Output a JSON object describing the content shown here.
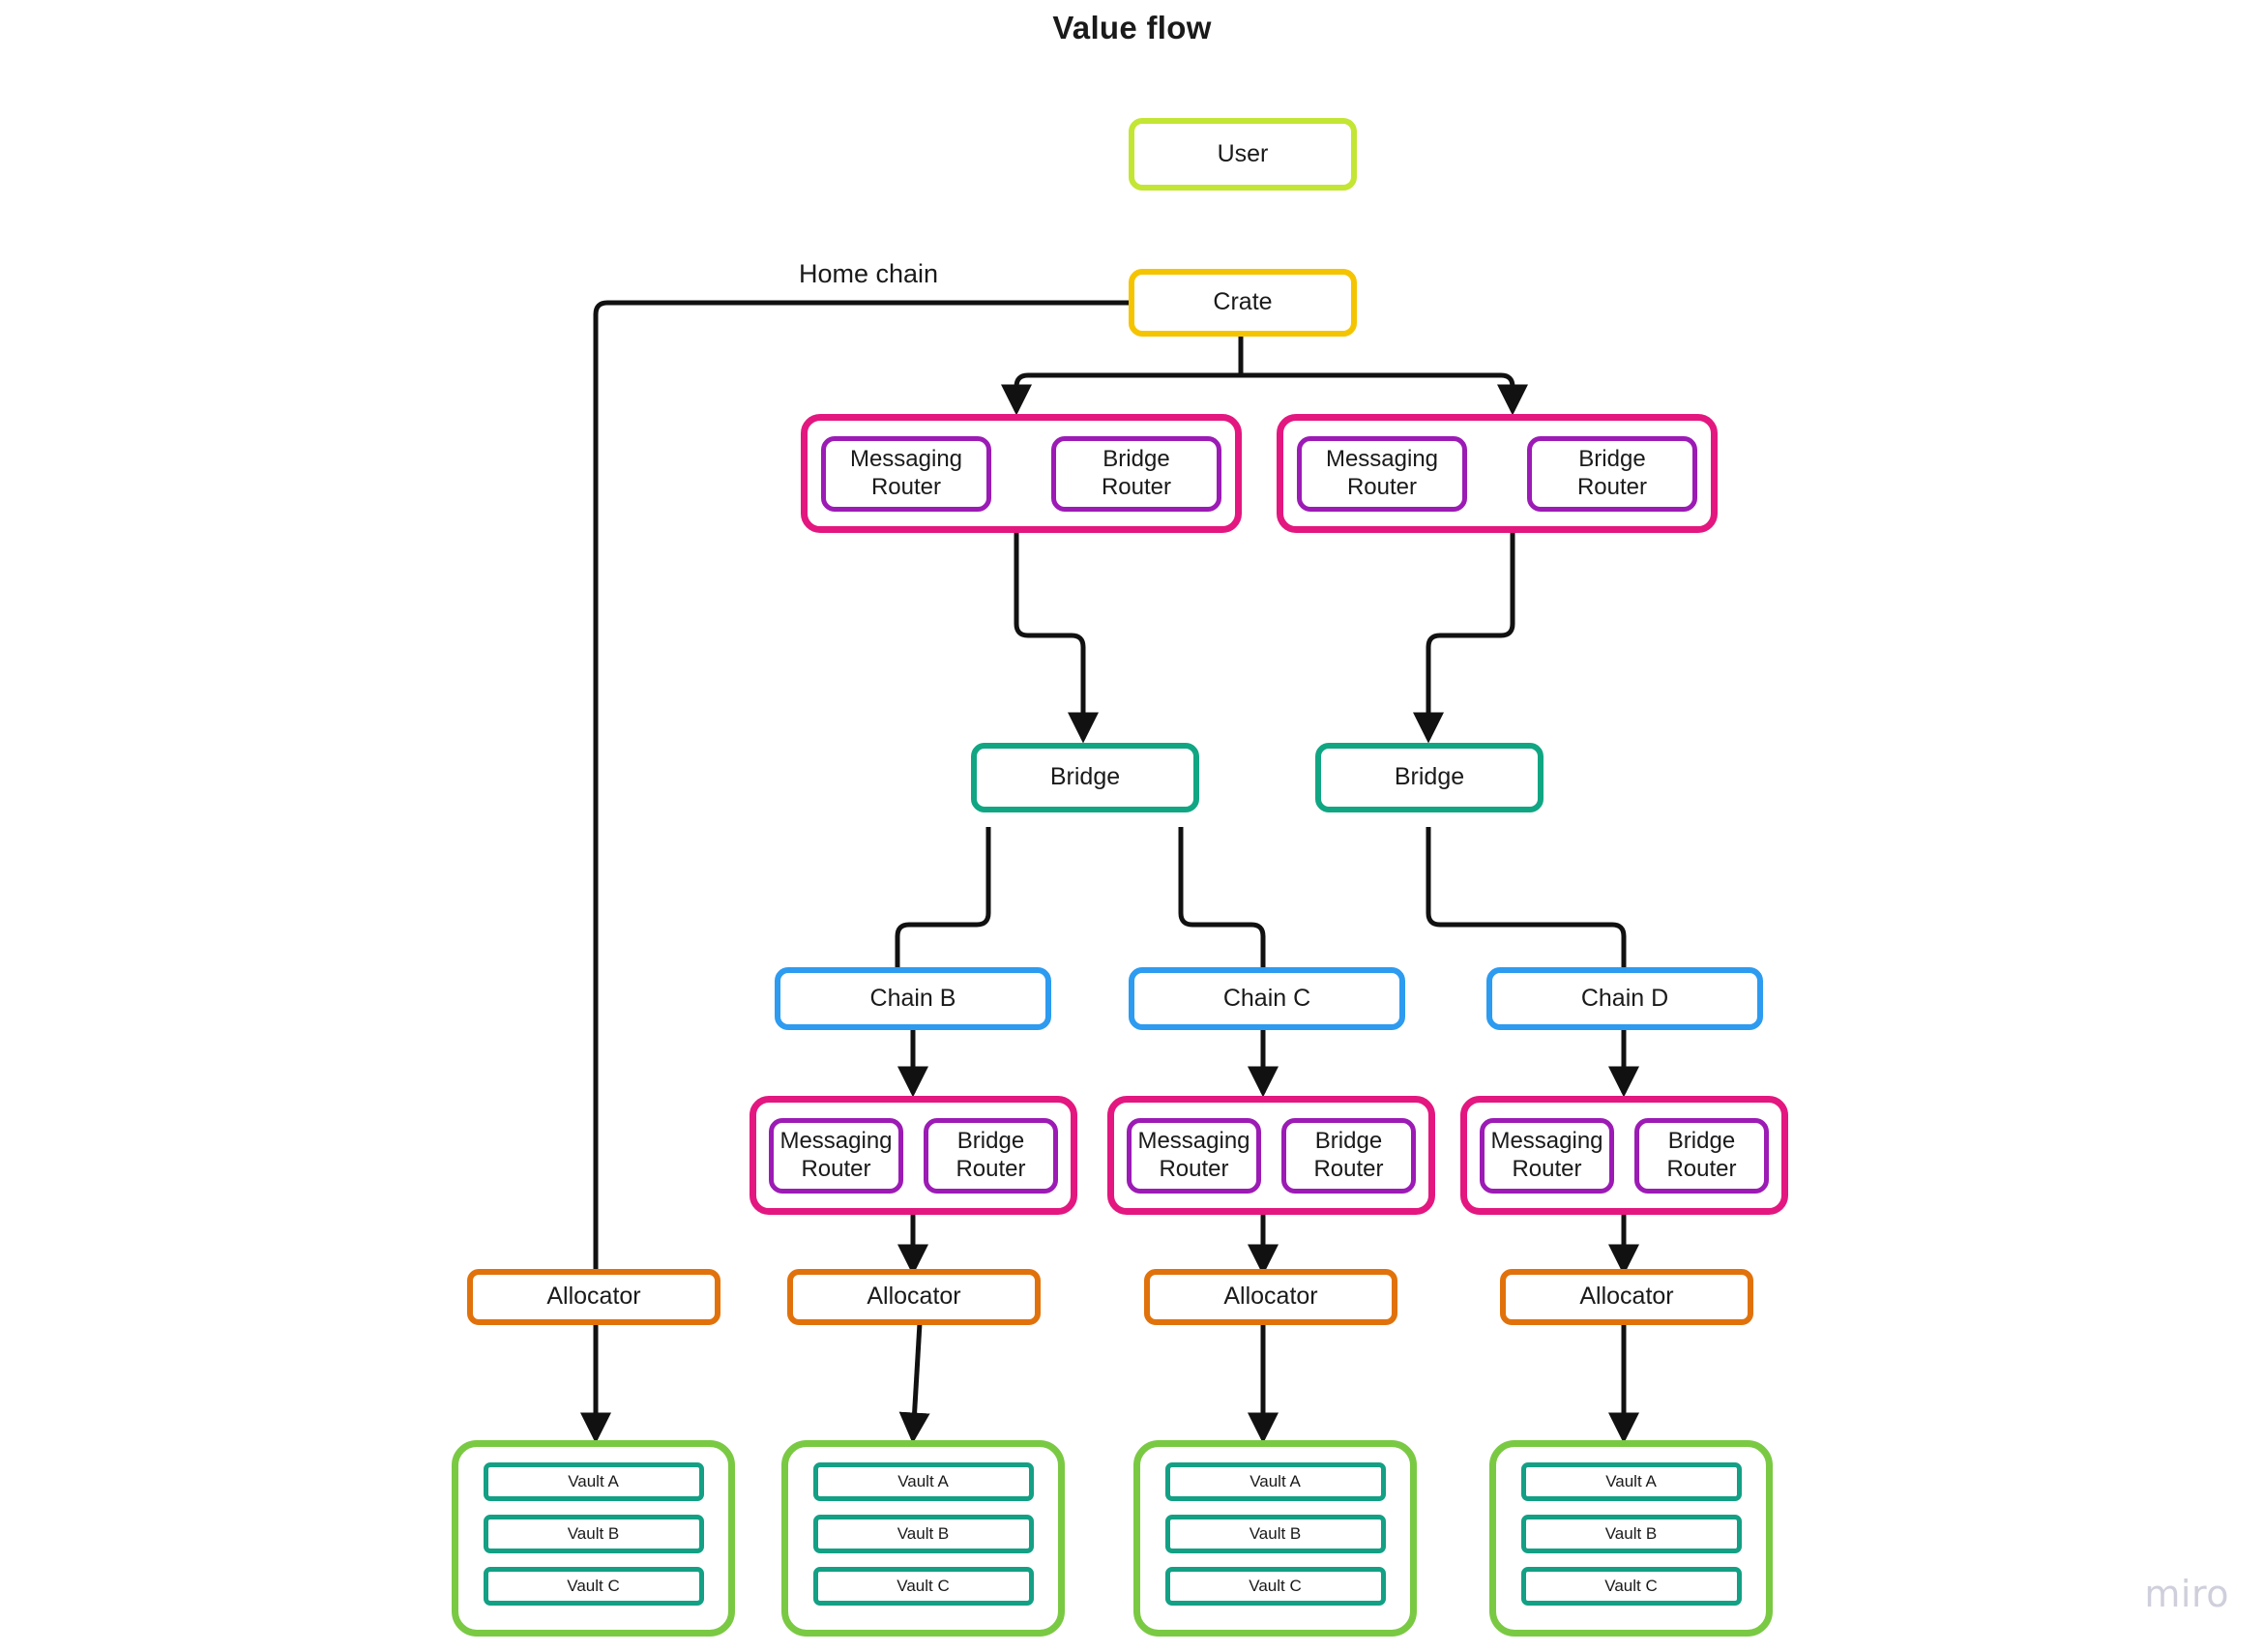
{
  "title": "Value flow",
  "watermark": "miro",
  "labels": {
    "home_chain": "Home chain"
  },
  "colors": {
    "user": "#c3e533",
    "crate": "#f5c400",
    "router_group": "#e3177f",
    "router_box": "#9c1bb5",
    "bridge": "#11a683",
    "chain": "#2d9bf0",
    "allocator": "#e1720b",
    "vault_group": "#7ac943",
    "vault_box": "#13a085",
    "edge": "#111111",
    "title": "#1a1a1a",
    "background": "#ffffff"
  },
  "nodes": {
    "user": {
      "label": "User"
    },
    "crate": {
      "label": "Crate"
    },
    "router_groups": [
      {
        "id": "home-left",
        "routers": [
          {
            "label": "Messaging\nRouter"
          },
          {
            "label": "Bridge\nRouter"
          }
        ]
      },
      {
        "id": "home-right",
        "routers": [
          {
            "label": "Messaging\nRouter"
          },
          {
            "label": "Bridge\nRouter"
          }
        ]
      },
      {
        "id": "chain-b",
        "routers": [
          {
            "label": "Messaging\nRouter"
          },
          {
            "label": "Bridge\nRouter"
          }
        ]
      },
      {
        "id": "chain-c",
        "routers": [
          {
            "label": "Messaging\nRouter"
          },
          {
            "label": "Bridge\nRouter"
          }
        ]
      },
      {
        "id": "chain-d",
        "routers": [
          {
            "label": "Messaging\nRouter"
          },
          {
            "label": "Bridge\nRouter"
          }
        ]
      }
    ],
    "bridges": [
      {
        "label": "Bridge"
      },
      {
        "label": "Bridge"
      }
    ],
    "chains": [
      {
        "label": "Chain B"
      },
      {
        "label": "Chain C"
      },
      {
        "label": "Chain D"
      }
    ],
    "allocators": [
      {
        "label": "Allocator"
      },
      {
        "label": "Allocator"
      },
      {
        "label": "Allocator"
      },
      {
        "label": "Allocator"
      }
    ],
    "vault_groups": [
      {
        "id": "vaults-a",
        "vaults": [
          {
            "label": "Vault A"
          },
          {
            "label": "Vault B"
          },
          {
            "label": "Vault C"
          }
        ]
      },
      {
        "id": "vaults-b",
        "vaults": [
          {
            "label": "Vault A"
          },
          {
            "label": "Vault B"
          },
          {
            "label": "Vault C"
          }
        ]
      },
      {
        "id": "vaults-c",
        "vaults": [
          {
            "label": "Vault A"
          },
          {
            "label": "Vault B"
          },
          {
            "label": "Vault C"
          }
        ]
      },
      {
        "id": "vaults-d",
        "vaults": [
          {
            "label": "Vault A"
          },
          {
            "label": "Vault B"
          },
          {
            "label": "Vault C"
          }
        ]
      }
    ]
  },
  "edges": [
    {
      "from": "crate",
      "to": "allocator-1",
      "kind": "elbow-left"
    },
    {
      "from": "crate",
      "to": "router-group-home-left",
      "kind": "elbow"
    },
    {
      "from": "crate",
      "to": "router-group-home-right",
      "kind": "elbow"
    },
    {
      "from": "router-group-home-left",
      "to": "bridge-1",
      "kind": "elbow"
    },
    {
      "from": "router-group-home-right",
      "to": "bridge-2",
      "kind": "elbow"
    },
    {
      "from": "bridge-1",
      "to": "chain-b",
      "kind": "elbow"
    },
    {
      "from": "bridge-1",
      "to": "chain-c",
      "kind": "elbow"
    },
    {
      "from": "bridge-2",
      "to": "chain-d",
      "kind": "elbow"
    },
    {
      "from": "chain-b",
      "to": "router-group-chain-b",
      "kind": "straight"
    },
    {
      "from": "chain-c",
      "to": "router-group-chain-c",
      "kind": "straight"
    },
    {
      "from": "chain-d",
      "to": "router-group-chain-d",
      "kind": "straight"
    },
    {
      "from": "router-group-chain-b",
      "to": "allocator-2",
      "kind": "straight"
    },
    {
      "from": "router-group-chain-c",
      "to": "allocator-3",
      "kind": "straight"
    },
    {
      "from": "router-group-chain-d",
      "to": "allocator-4",
      "kind": "straight"
    },
    {
      "from": "allocator-1",
      "to": "vaults-a",
      "kind": "straight"
    },
    {
      "from": "allocator-2",
      "to": "vaults-b",
      "kind": "straight"
    },
    {
      "from": "allocator-3",
      "to": "vaults-c",
      "kind": "straight"
    },
    {
      "from": "allocator-4",
      "to": "vaults-d",
      "kind": "straight"
    }
  ]
}
